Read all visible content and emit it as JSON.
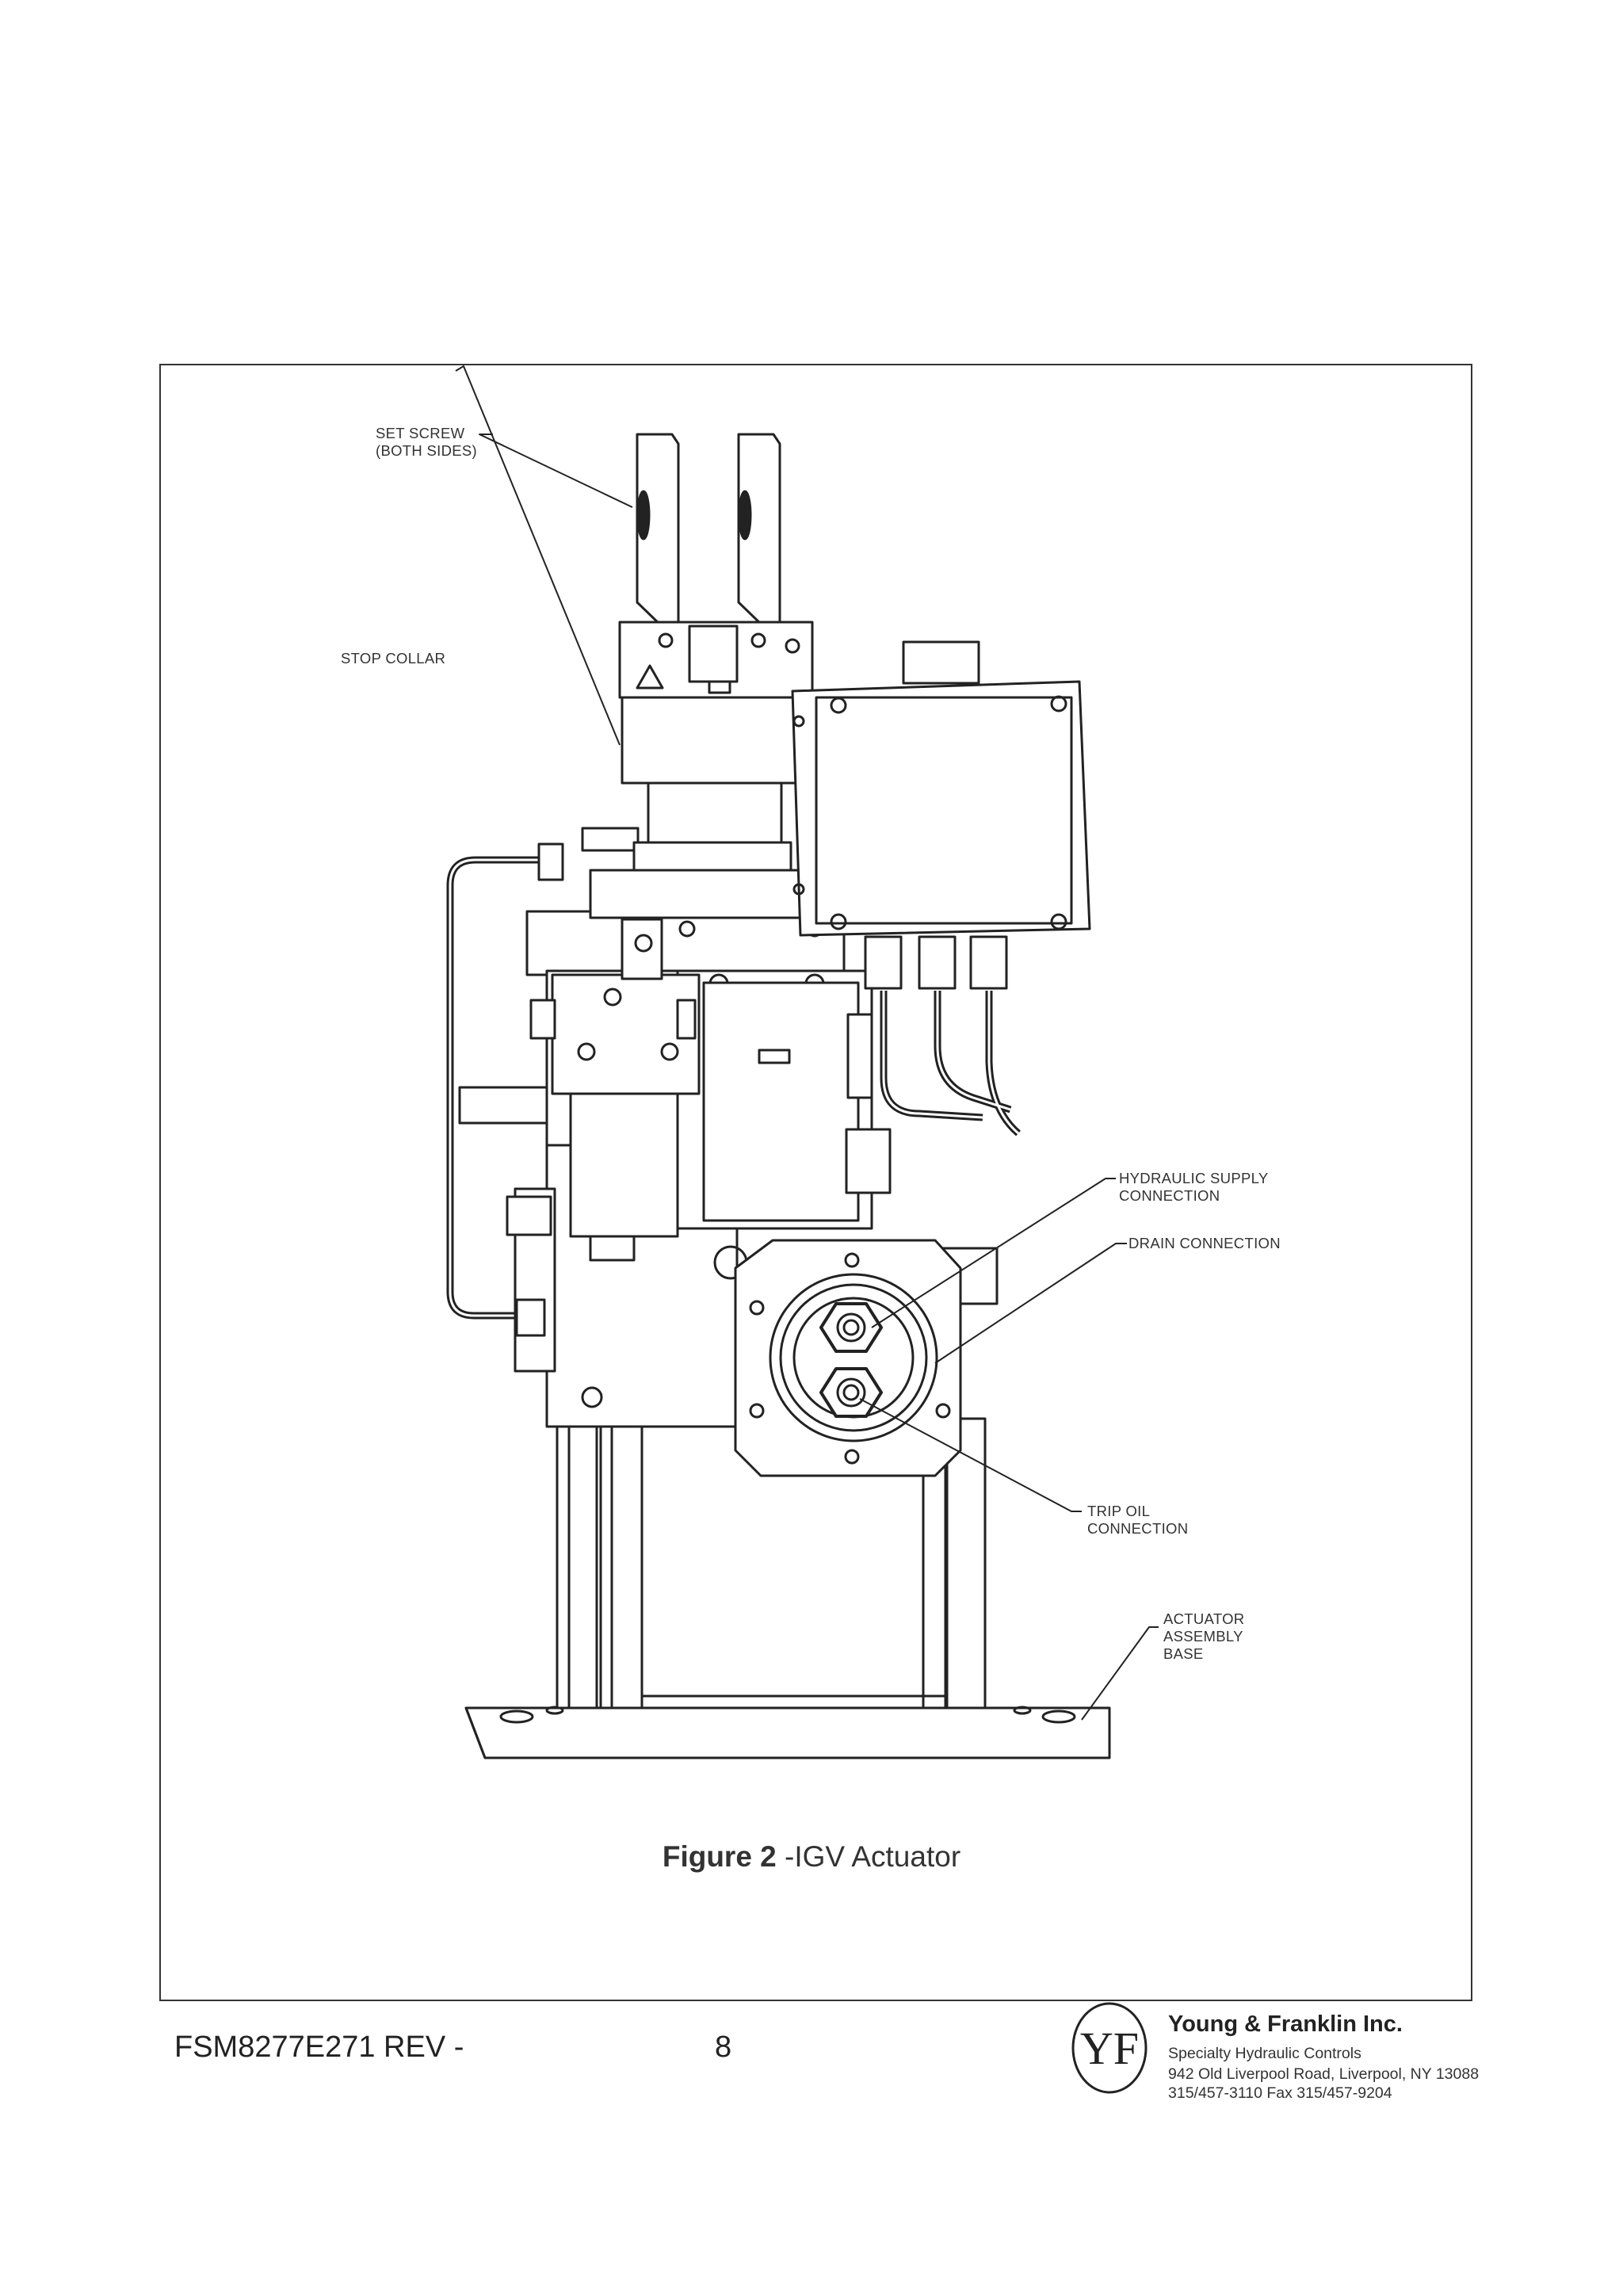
{
  "callouts": {
    "set_screw": "SET SCREW\n(BOTH SIDES)",
    "stop_collar": "STOP COLLAR",
    "hydraulic_supply": "HYDRAULIC SUPPLY\nCONNECTION",
    "drain": "DRAIN CONNECTION",
    "trip_oil": "TRIP OIL\nCONNECTION",
    "actuator_base": "ACTUATOR\nASSEMBLY\nBASE"
  },
  "caption": {
    "bold": "Figure 2",
    "text": " -IGV Actuator"
  },
  "footer": {
    "doc_number": "FSM8277E271 REV -",
    "page_number": "8",
    "logo_text": "YF",
    "company": "Young & Franklin Inc.",
    "tagline": "Specialty Hydraulic Controls",
    "address": "942 Old Liverpool Road, Liverpool, NY 13088",
    "phone_fax": "315/457-3110   Fax 315/457-9204"
  }
}
